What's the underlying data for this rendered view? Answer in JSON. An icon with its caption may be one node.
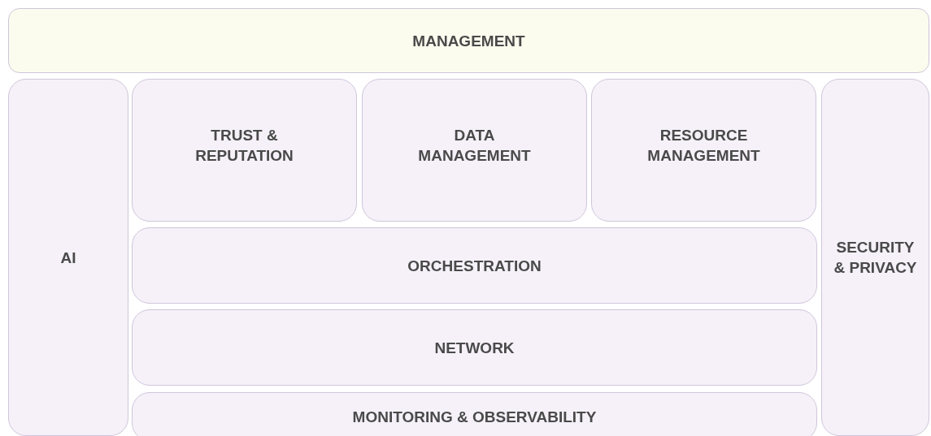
{
  "diagram": {
    "nodes": [
      {
        "text": [
          "MANAGEMENT"
        ]
      },
      {
        "text": [
          "AI"
        ]
      },
      {
        "text": [
          "TRUST & REPUTATION"
        ]
      },
      {
        "text": [
          "DATA MANAGEMENT"
        ]
      },
      {
        "text": [
          "RESOURCE MANAGEMENT"
        ]
      },
      {
        "text": [
          "SECURITY & PRIVACY"
        ]
      },
      {
        "text": [
          "ORCHESTRATION"
        ]
      },
      {
        "text": [
          "NETWORK"
        ]
      },
      {
        "text": [
          "MONITORING & OBSERVABILITY"
        ]
      }
    ]
  }
}
